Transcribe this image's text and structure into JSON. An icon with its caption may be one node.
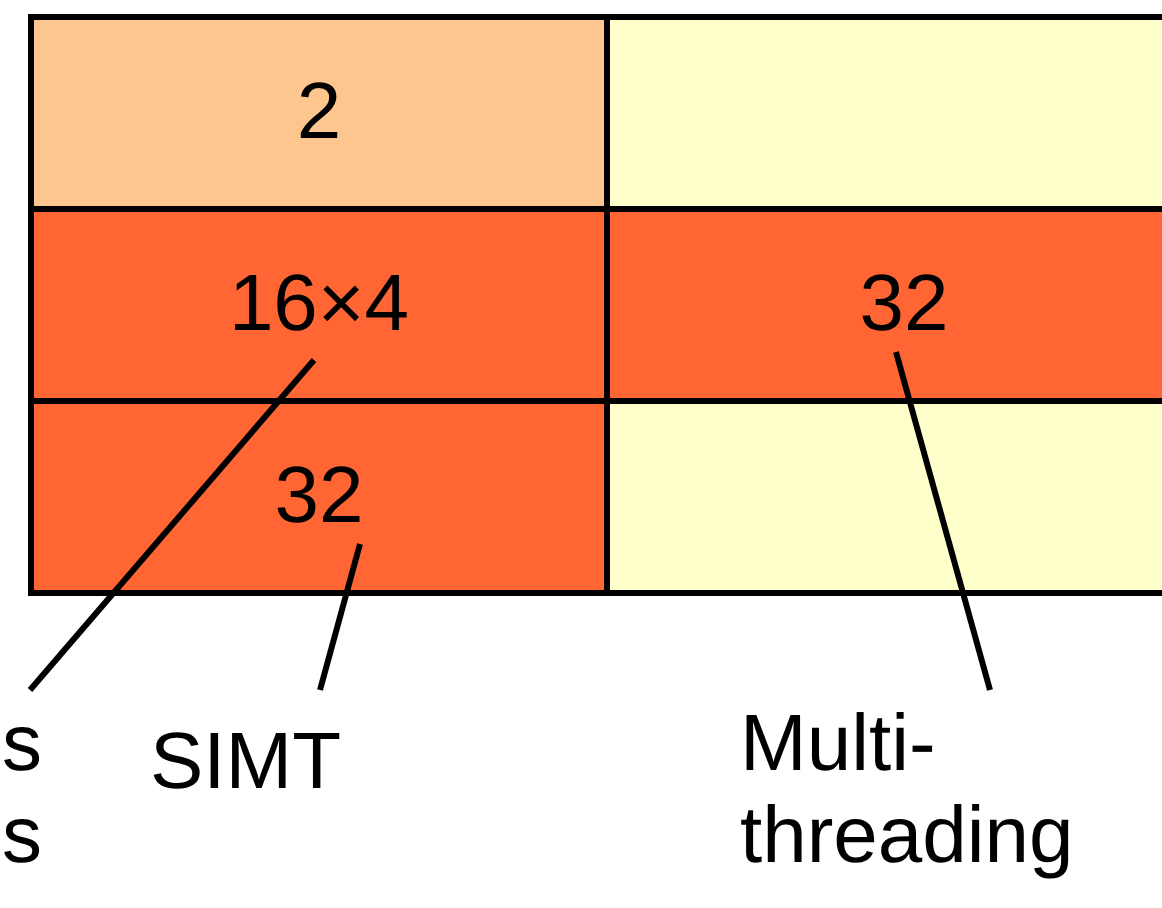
{
  "diagram": {
    "nodes": [
      {
        "text": [
          "2"
        ]
      },
      {
        "text": [],
        "shape": "box"
      },
      {
        "text": [
          "16×4"
        ]
      },
      {
        "text": [
          "32"
        ]
      },
      {
        "text": [
          "32"
        ]
      },
      {
        "text": [],
        "shape": "box"
      },
      {
        "text": [
          "s s"
        ]
      },
      {
        "text": [
          "SIMT"
        ]
      },
      {
        "text": [
          "Multi-threading"
        ]
      }
    ],
    "edges": [
      {
        "from": 6,
        "to": 2,
        "arrow": "none"
      },
      {
        "from": 7,
        "to": 4,
        "arrow": "none"
      },
      {
        "from": 8,
        "to": 3,
        "arrow": "none"
      }
    ]
  }
}
